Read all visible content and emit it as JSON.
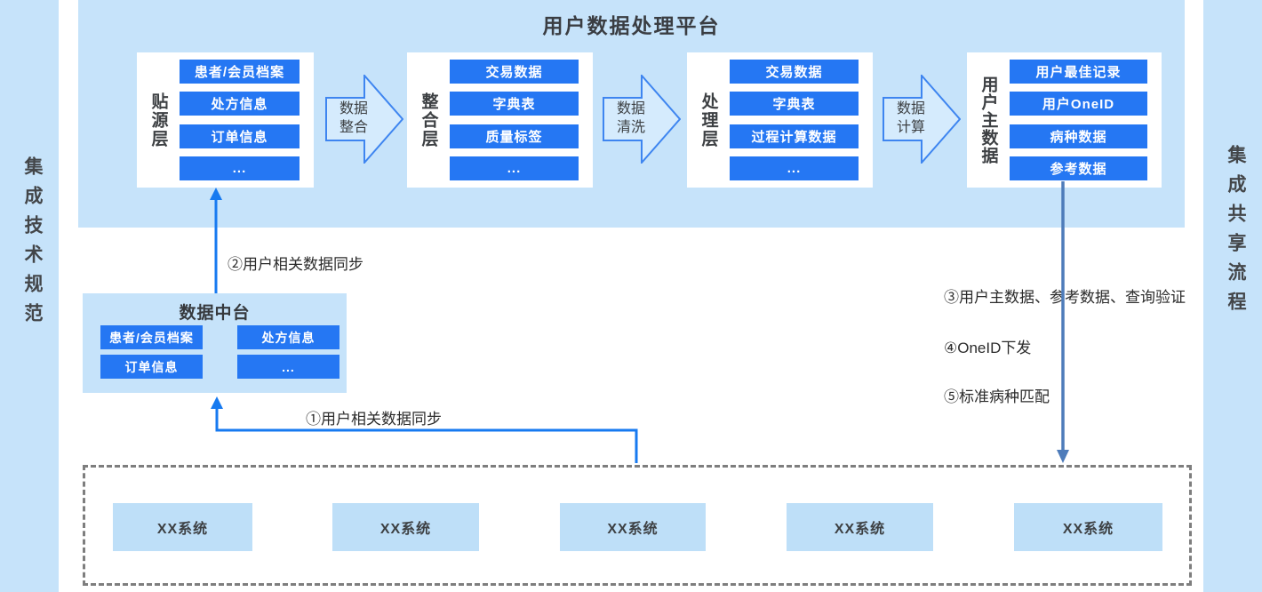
{
  "title": "用户数据处理平台",
  "sidebars": {
    "left_label": "集成技术规范",
    "right_label": "集成共享流程"
  },
  "platform": {
    "layers": [
      {
        "label": "贴源层",
        "items": [
          "患者/会员档案",
          "处方信息",
          "订单信息",
          "..."
        ]
      },
      {
        "label": "整合层",
        "items": [
          "交易数据",
          "字典表",
          "质量标签",
          "..."
        ]
      },
      {
        "label": "处理层",
        "items": [
          "交易数据",
          "字典表",
          "过程计算数据",
          "..."
        ]
      },
      {
        "label": "用户主数据",
        "items": [
          "用户最佳记录",
          "用户OneID",
          "病种数据",
          "参考数据"
        ]
      }
    ],
    "flow_arrows": [
      {
        "label": "数据\n整合"
      },
      {
        "label": "数据\n清洗"
      },
      {
        "label": "数据\n计算"
      }
    ]
  },
  "data_middle_platform": {
    "title": "数据中台",
    "items": [
      "患者/会员档案",
      "处方信息",
      "订单信息",
      "..."
    ]
  },
  "annotations": {
    "step1": "①用户相关数据同步",
    "step2": "②用户相关数据同步",
    "step3": "③用户主数据、参考数据、查询验证",
    "step4": "④OneID下发",
    "step5": "⑤标准病种匹配"
  },
  "systems": [
    "XX系统",
    "XX系统",
    "XX系统",
    "XX系统",
    "XX系统"
  ],
  "colors": {
    "light_blue": "#c6e3fa",
    "item_blue": "#2577f3",
    "chevron_fill": "#d5ebfd",
    "chevron_stroke": "#3e85f0",
    "sync_arrow_blue": "#177af0",
    "down_arrow_steel": "#4e7cba",
    "dashed_border_gray": "#7e7e7e"
  }
}
